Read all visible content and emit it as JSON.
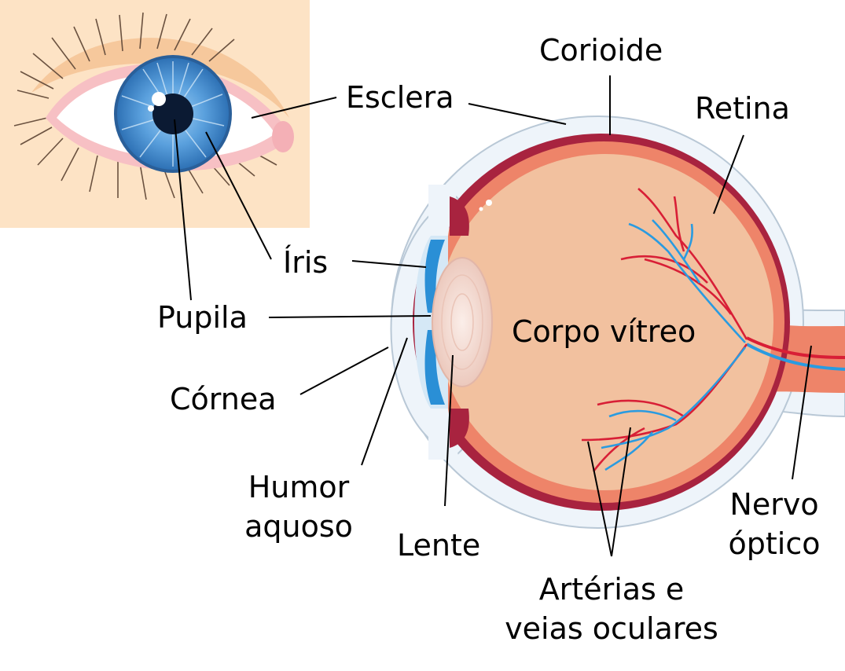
{
  "labels": {
    "corioide": "Corioide",
    "esclera": "Esclera",
    "retina": "Retina",
    "iris": "Íris",
    "pupila": "Pupila",
    "corpo_vitreo": "Corpo vítreo",
    "cornea": "Córnea",
    "humor_line1": "Humor",
    "humor_line2": "aquoso",
    "lente": "Lente",
    "nervo_line1": "Nervo",
    "nervo_line2": "óptico",
    "arterias_line1": "Artérias e",
    "arterias_line2": "veias oculares"
  },
  "colors": {
    "inset_background": "#fde3c5",
    "sclera": "#eef4fa",
    "choroid": "#a8233f",
    "retina": "#ee8469",
    "vitreous": "#f2c19f",
    "iris_blue": "#4a8fd0",
    "lens": "#f5dfd8",
    "artery": "#d81f36",
    "vein": "#2a9be0"
  }
}
